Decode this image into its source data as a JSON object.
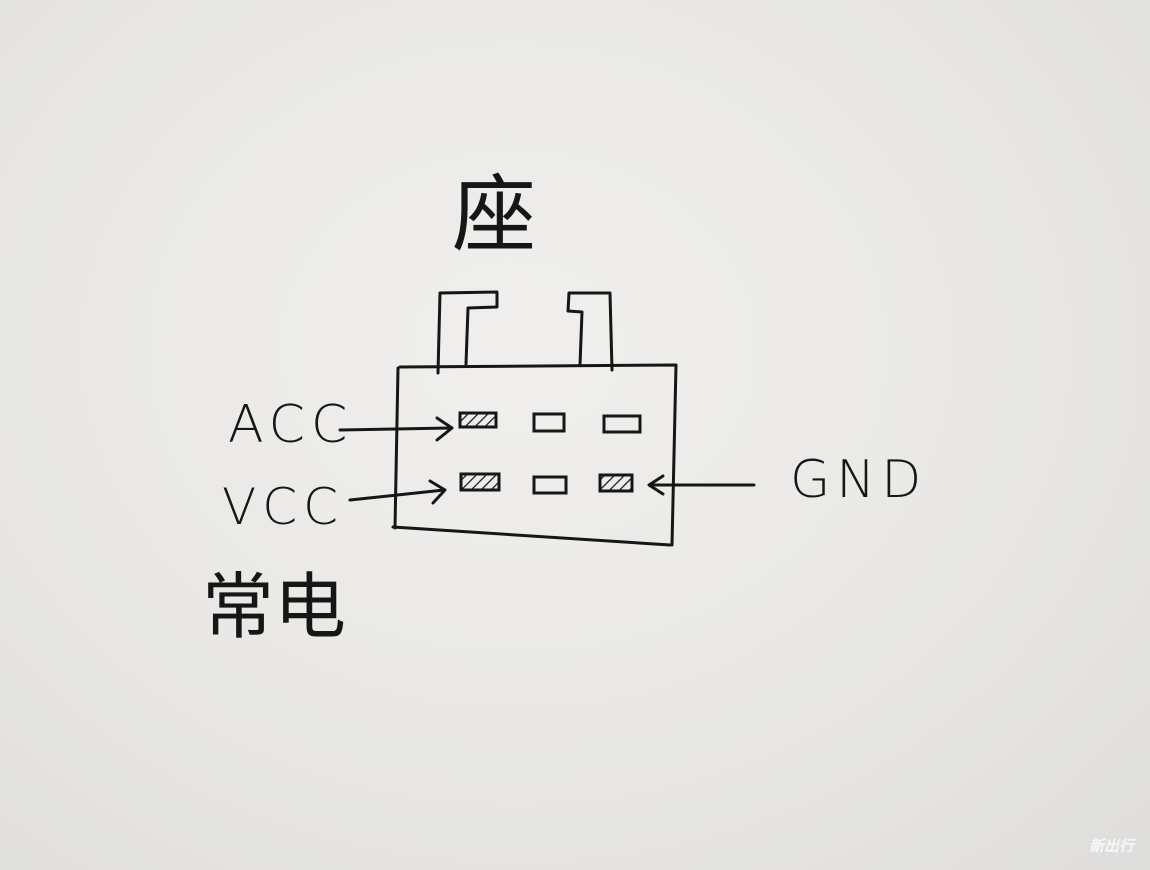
{
  "title": "座",
  "labels": {
    "acc": "ACC",
    "vcc": "VCC",
    "constant_power": "常电",
    "gnd": "GND"
  },
  "connector": {
    "rows": [
      [
        "hatched",
        "empty",
        "empty"
      ],
      [
        "hatched",
        "empty",
        "hatched"
      ]
    ]
  },
  "watermark": "新出行",
  "colors": {
    "ink": "#161616",
    "paper": "#eae9e6"
  }
}
